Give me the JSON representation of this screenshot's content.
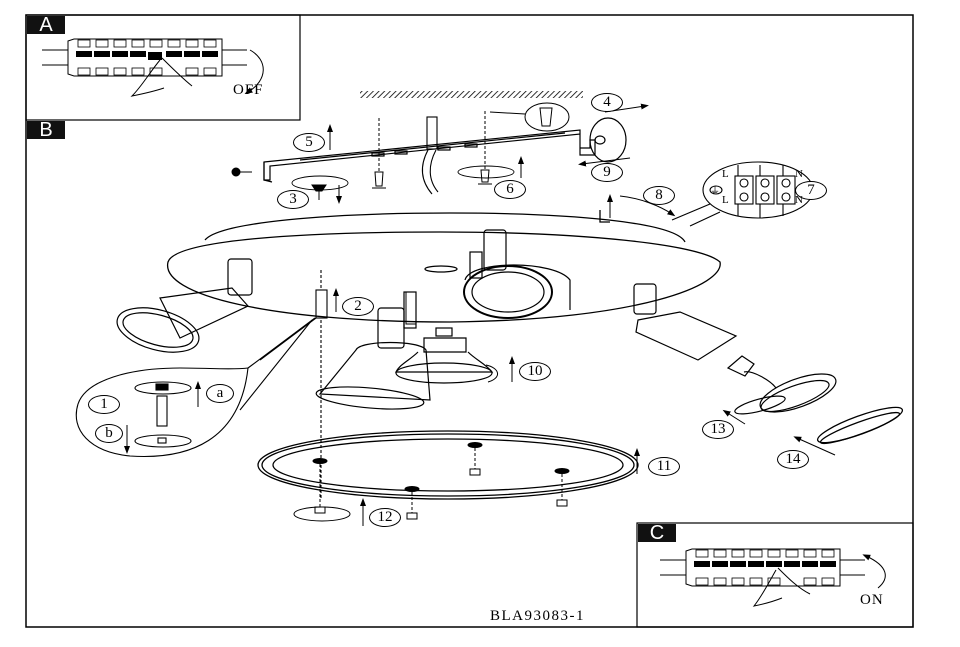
{
  "document": {
    "model_code": "BLA93083-1",
    "border_color": "#000000",
    "background": "#ffffff"
  },
  "panels": {
    "a": {
      "tag": "A",
      "state_label": "OFF",
      "icon": "circuit-breaker-panel-icon"
    },
    "b": {
      "tag": "B"
    },
    "c": {
      "tag": "C",
      "state_label": "ON",
      "icon": "circuit-breaker-panel-icon"
    }
  },
  "steps": [
    {
      "id": "1",
      "label": "1"
    },
    {
      "id": "2",
      "label": "2"
    },
    {
      "id": "3",
      "label": "3"
    },
    {
      "id": "4",
      "label": "4"
    },
    {
      "id": "5",
      "label": "5"
    },
    {
      "id": "6",
      "label": "6"
    },
    {
      "id": "7",
      "label": "7"
    },
    {
      "id": "8",
      "label": "8"
    },
    {
      "id": "9",
      "label": "9"
    },
    {
      "id": "10",
      "label": "10"
    },
    {
      "id": "11",
      "label": "11"
    },
    {
      "id": "12",
      "label": "12"
    },
    {
      "id": "13",
      "label": "13"
    },
    {
      "id": "14",
      "label": "14"
    }
  ],
  "substeps": [
    {
      "id": "a",
      "label": "a"
    },
    {
      "id": "b",
      "label": "b"
    }
  ],
  "terminal_block": {
    "live_top": "L",
    "live_bottom": "L",
    "neutral_top": "N",
    "neutral_bottom": "N",
    "earth_symbol": "⏚"
  }
}
